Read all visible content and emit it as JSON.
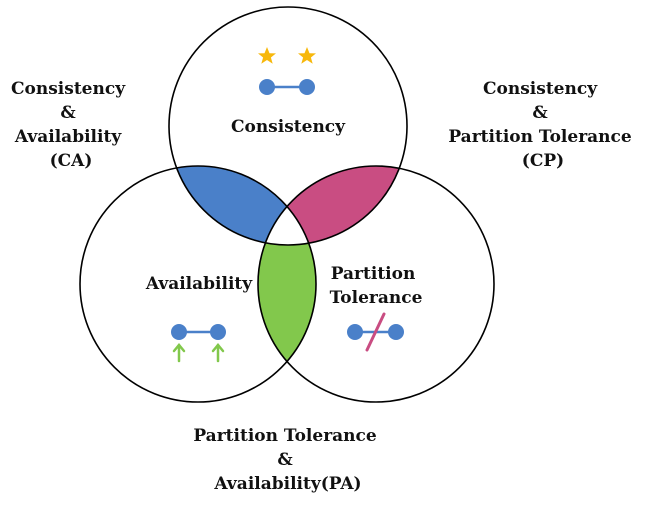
{
  "sets": {
    "consistency": {
      "label": "Consistency"
    },
    "availability": {
      "label": "Availability"
    },
    "partition": {
      "lines": [
        "Partition",
        "Tolerance"
      ]
    }
  },
  "overlaps": {
    "ca": {
      "lines": [
        "Consistency",
        "&",
        "Availability",
        "(CA)"
      ],
      "color": "#4a80c9"
    },
    "cp": {
      "lines": [
        "Consistency",
        "&",
        "Partition Tolerance",
        "(CP)"
      ],
      "color": "#c94d82"
    },
    "pa": {
      "lines": [
        "Partition Tolerance",
        "&",
        "Availability(PA)"
      ],
      "color": "#82c84c"
    }
  },
  "colors": {
    "node": "#4a80c9",
    "star": "#f7b80c",
    "arrow": "#82c84c",
    "cut": "#c94d82",
    "outline": "#000000"
  },
  "icons": {
    "consistency": "two-nodes-with-stars-icon",
    "availability": "two-nodes-with-up-arrows-icon",
    "partition": "two-nodes-cut-link-icon"
  }
}
